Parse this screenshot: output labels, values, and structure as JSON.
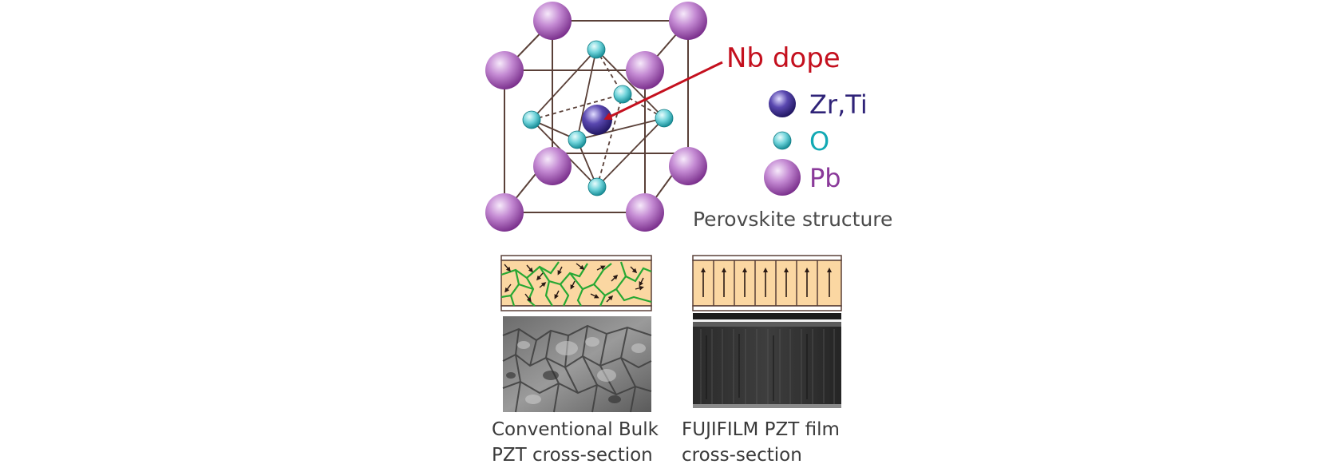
{
  "annotation": {
    "dopant_label": "Nb dope"
  },
  "legend": {
    "items": [
      {
        "symbol": "Zr,Ti",
        "color": "#2f2378"
      },
      {
        "symbol": "O",
        "color": "#12a9b4"
      },
      {
        "symbol": "Pb",
        "color": "#8a3a9a"
      }
    ]
  },
  "structure_caption": "Perovskite structure",
  "panels": {
    "bulk": {
      "caption_line1": "Conventional Bulk",
      "caption_line2": "PZT cross-section"
    },
    "film": {
      "caption_line1": "FUJIFILM PZT film",
      "caption_line2": "cross-section"
    }
  },
  "colors": {
    "lattice_line": "#5a4038",
    "dope_red": "#c4101e",
    "grain_fill": "#fbd7a2",
    "grain_boundary": "#27a833",
    "pb_sphere": "#b071c3",
    "o_sphere": "#56cfd6",
    "zrti_sphere": "#4a3a9a"
  }
}
